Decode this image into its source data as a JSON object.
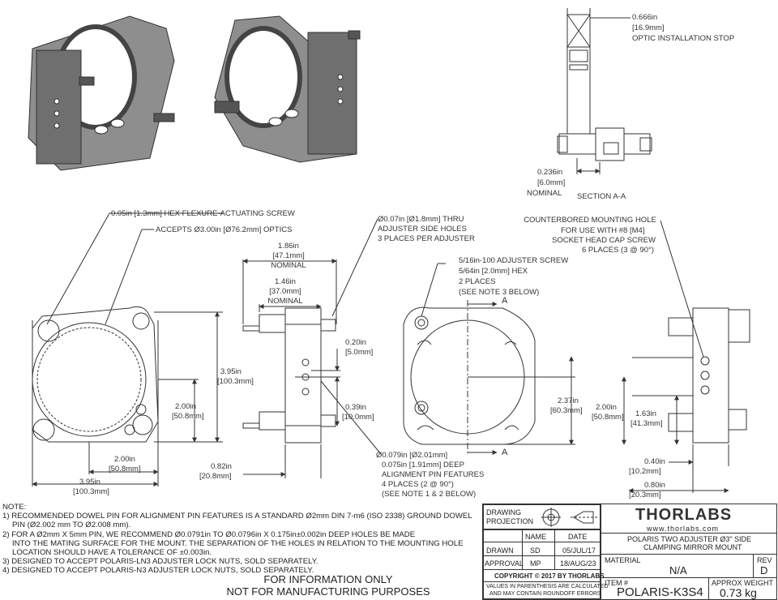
{
  "dimensions": {
    "hex_screw": "0.05in [1.3mm] HEX FLEXURE-ACTUATING SCREW",
    "accepts_optics": "ACCEPTS Ø3.00in [Ø76.2mm] OPTICS",
    "d186a": "1.86in",
    "d186b": "[47.1mm]",
    "d186c": "NOMINAL",
    "d146a": "1.46in",
    "d146b": "[37.0mm]",
    "d146c": "NOMINAL",
    "thru1": "Ø0.07in [Ø1.8mm] THRU",
    "thru2": "ADJUSTER SIDE HOLES",
    "thru3": "3 PLACES PER ADJUSTER",
    "d395va": "3.95in",
    "d395vb": "[100.3mm]",
    "d200la": "2.00in",
    "d200lb": "[50.8mm]",
    "d200ha": "2.00in",
    "d200hb": "[50.8mm]",
    "d395ha": "3.95in",
    "d395hb": "[100.3mm]",
    "d020a": "0.20in",
    "d020b": "[5.0mm]",
    "d039a": "0.39in",
    "d039b": "[10.0mm]",
    "d082a": "0.82in",
    "d082b": "[20.8mm]",
    "pin1": "Ø0.079in [Ø2.01mm]",
    "pin2": "0.075in [1.91mm] DEEP",
    "pin3": "ALIGNMENT PIN FEATURES",
    "pin4": "4 PLACES (2 @ 90°)",
    "pin5": "(SEE NOTE 1 & 2 BELOW)",
    "adj1": "5/16in-100 ADJUSTER SCREW",
    "adj2": "5/64in [2.0mm] HEX",
    "adj3": "2 PLACES",
    "adj4": "(SEE NOTE 3 BELOW)",
    "cb1": "COUNTERBORED MOUNTING HOLE",
    "cb2": "FOR USE WITH #8 [M4]",
    "cb3": "SOCKET HEAD CAP SCREW",
    "cb4": "6 PLACES (3 @ 90°)",
    "sec_a": "A",
    "d237a": "2.37in",
    "d237b": "[60.3mm]",
    "d200ra": "2.00in",
    "d200rb": "[50.8mm]",
    "d163a": "1.63in",
    "d163b": "[41.3mm]",
    "d040a": "0.40in",
    "d040b": "[10.2mm]",
    "d080a": "0.80in",
    "d080b": "[20.3mm]",
    "d0666a": "0.666in",
    "d0666b": "[16.9mm]",
    "d0666c": "OPTIC INSTALLATION STOP",
    "d0236a": "0.236in",
    "d0236b": "[6.0mm]",
    "d0236c": "NOMINAL",
    "section": "SECTION A-A"
  },
  "notes": {
    "title": "NOTE:",
    "n1a": "1) RECOMMENDED DOWEL PIN FOR ALIGNMENT PIN FEATURES IS A STANDARD  Ø2mm DIN 7-m6 (ISO 2338) GROUND DOWEL",
    "n1b": "PIN (Ø2.002 mm TO  Ø2.008 mm).",
    "n2a": "2) FOR A  Ø2mm X 5mm PIN, WE RECOMMEND  Ø0.0791in TO  Ø0.0796in X 0.175in±0.002in DEEP HOLES BE MADE",
    "n2b": "INTO THE MATING SURFACE FOR THE MOUNT. THE SEPARATION OF THE HOLES IN RELATION TO THE MOUNTING HOLE",
    "n2c": "LOCATION SHOULD HAVE A TOLERANCE OF ±0.003in.",
    "n3": "3) DESIGNED TO ACCEPT POLARIS-LN3 ADJUSTER LOCK NUTS, SOLD SEPARATELY.",
    "n4": "4) DESIGNED TO ACCEPT POLARIS-N3 ADJUSTER LOCK NUTS, SOLD SEPARATELY."
  },
  "info": {
    "line1": "FOR INFORMATION ONLY",
    "line2": "NOT FOR MANUFACTURING PURPOSES"
  },
  "title_block": {
    "projection1": "DRAWING",
    "projection2": "PROJECTION",
    "name_h": "NAME",
    "date_h": "DATE",
    "drawn": "DRAWN",
    "drawn_name": "SD",
    "drawn_date": "05/JUL/17",
    "approval": "APPROVAL",
    "approval_name": "MP",
    "approval_date": "18/AUG/23",
    "copyright": "COPYRIGHT © 2017 BY THORLABS",
    "disclaimer1": "VALUES IN PARENTHESIS ARE CALCULATED",
    "disclaimer2": "AND MAY CONTAIN ROUNDOFF ERRORS",
    "logo": "THORLABS",
    "url": "www.thorlabs.com",
    "desc1": "POLARIS TWO ADJUSTER Ø3\" SIDE",
    "desc2": "CLAMPING MIRROR MOUNT",
    "material_h": "MATERIAL",
    "material": "N/A",
    "rev_h": "REV",
    "rev": "D",
    "item_h": "ITEM #",
    "item": "POLARIS-K3S4",
    "weight_h": "APPROX WEIGHT",
    "weight": "0.73 kg"
  }
}
